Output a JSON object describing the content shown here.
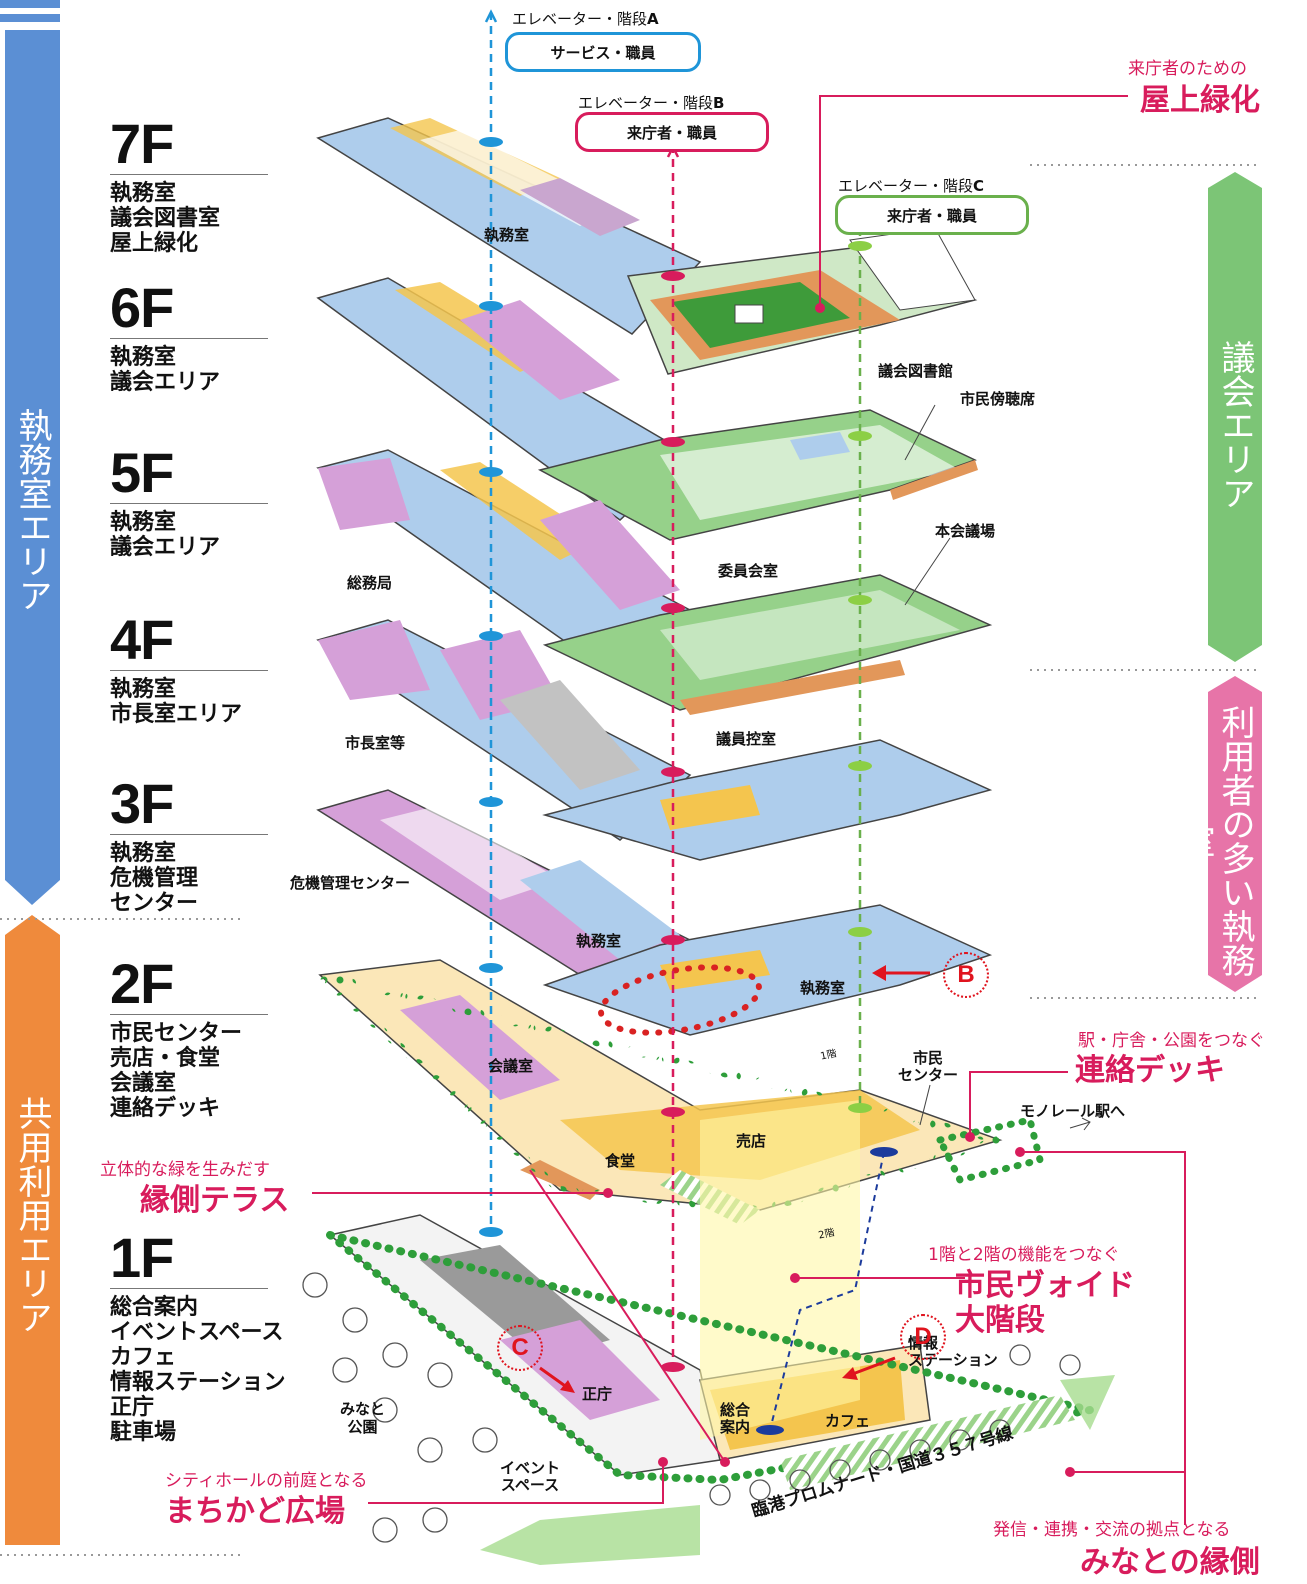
{
  "zones": {
    "office_area": "執務室エリア",
    "shared_area": "共用利用エリア",
    "assembly_area": "議会エリア",
    "busy_office": "利用者の多い執務室"
  },
  "colors": {
    "office_blue": "#5b8fd4",
    "shared_orange": "#ef8a3c",
    "assembly_green": "#7cc576",
    "busy_pink": "#e774a8",
    "callout_red": "#d81c5c",
    "plan_blue": "#aecdec",
    "plan_purple": "#d5a0d8",
    "plan_green": "#96d18a",
    "plan_yellow": "#f4c54e"
  },
  "floors": [
    {
      "name": "7F",
      "desc": [
        "執務室",
        "議会図書室",
        "屋上緑化"
      ]
    },
    {
      "name": "6F",
      "desc": [
        "執務室",
        "議会エリア"
      ]
    },
    {
      "name": "5F",
      "desc": [
        "執務室",
        "議会エリア"
      ]
    },
    {
      "name": "4F",
      "desc": [
        "執務室",
        "市長室エリア"
      ]
    },
    {
      "name": "3F",
      "desc": [
        "執務室",
        "危機管理",
        "センター"
      ]
    },
    {
      "name": "2F",
      "desc": [
        "市民センター",
        "売店・食堂",
        "会議室",
        "連絡デッキ"
      ]
    },
    {
      "name": "1F",
      "desc": [
        "総合案内",
        "イベントスペース",
        "カフェ",
        "情報ステーション",
        "正庁",
        "駐車場"
      ]
    }
  ],
  "elevators": {
    "a": {
      "title": "エレベーター・階段",
      "letter": "A",
      "box": "サービス・職員"
    },
    "b": {
      "title": "エレベーター・階段",
      "letter": "B",
      "box": "来庁者・職員"
    },
    "c": {
      "title": "エレベーター・階段",
      "letter": "C",
      "box": "来庁者・職員"
    }
  },
  "callouts": {
    "rooftop": {
      "sub": "来庁者のための",
      "main": "屋上緑化"
    },
    "deck": {
      "sub": "駅・庁舎・公園をつなぐ",
      "main": "連絡デッキ"
    },
    "terrace": {
      "sub": "立体的な緑を生みだす",
      "main": "縁側テラス"
    },
    "void": {
      "sub": "1階と2階の機能をつなぐ",
      "main1": "市民ヴォイド",
      "main2": "大階段"
    },
    "plaza": {
      "sub": "シティホールの前庭となる",
      "main": "まちかど広場"
    },
    "engawa": {
      "sub": "発信・連携・交流の拠点となる",
      "main": "みなとの縁側"
    }
  },
  "plan_labels": {
    "shitsumu_7f": "執務室",
    "library": "議会図書館",
    "gallery": "市民傍聴席",
    "committee": "委員会室",
    "chamber": "本会議場",
    "general_affairs": "総務局",
    "mayor": "市長室等",
    "waiting": "議員控室",
    "crisis": "危機管理センター",
    "shitsumu_2f_a": "執務室",
    "shitsumu_2f_b": "執務室",
    "meeting": "会議室",
    "civic_center": "市民\nセンター",
    "monorail": "モノレール駅へ",
    "shop": "売店",
    "cafeteria": "食堂",
    "info_station": "情報\nステーション",
    "reception": "総合\n案内",
    "cafe": "カフェ",
    "seicho": "正庁",
    "park": "みなと\n公園",
    "event": "イベント\nスペース",
    "promenade": "臨港プロムナード・国道３５７号線",
    "floor2_tag": "2階",
    "floor1_tag": "1階"
  },
  "markers": {
    "b": "B",
    "c": "C",
    "d": "D"
  }
}
